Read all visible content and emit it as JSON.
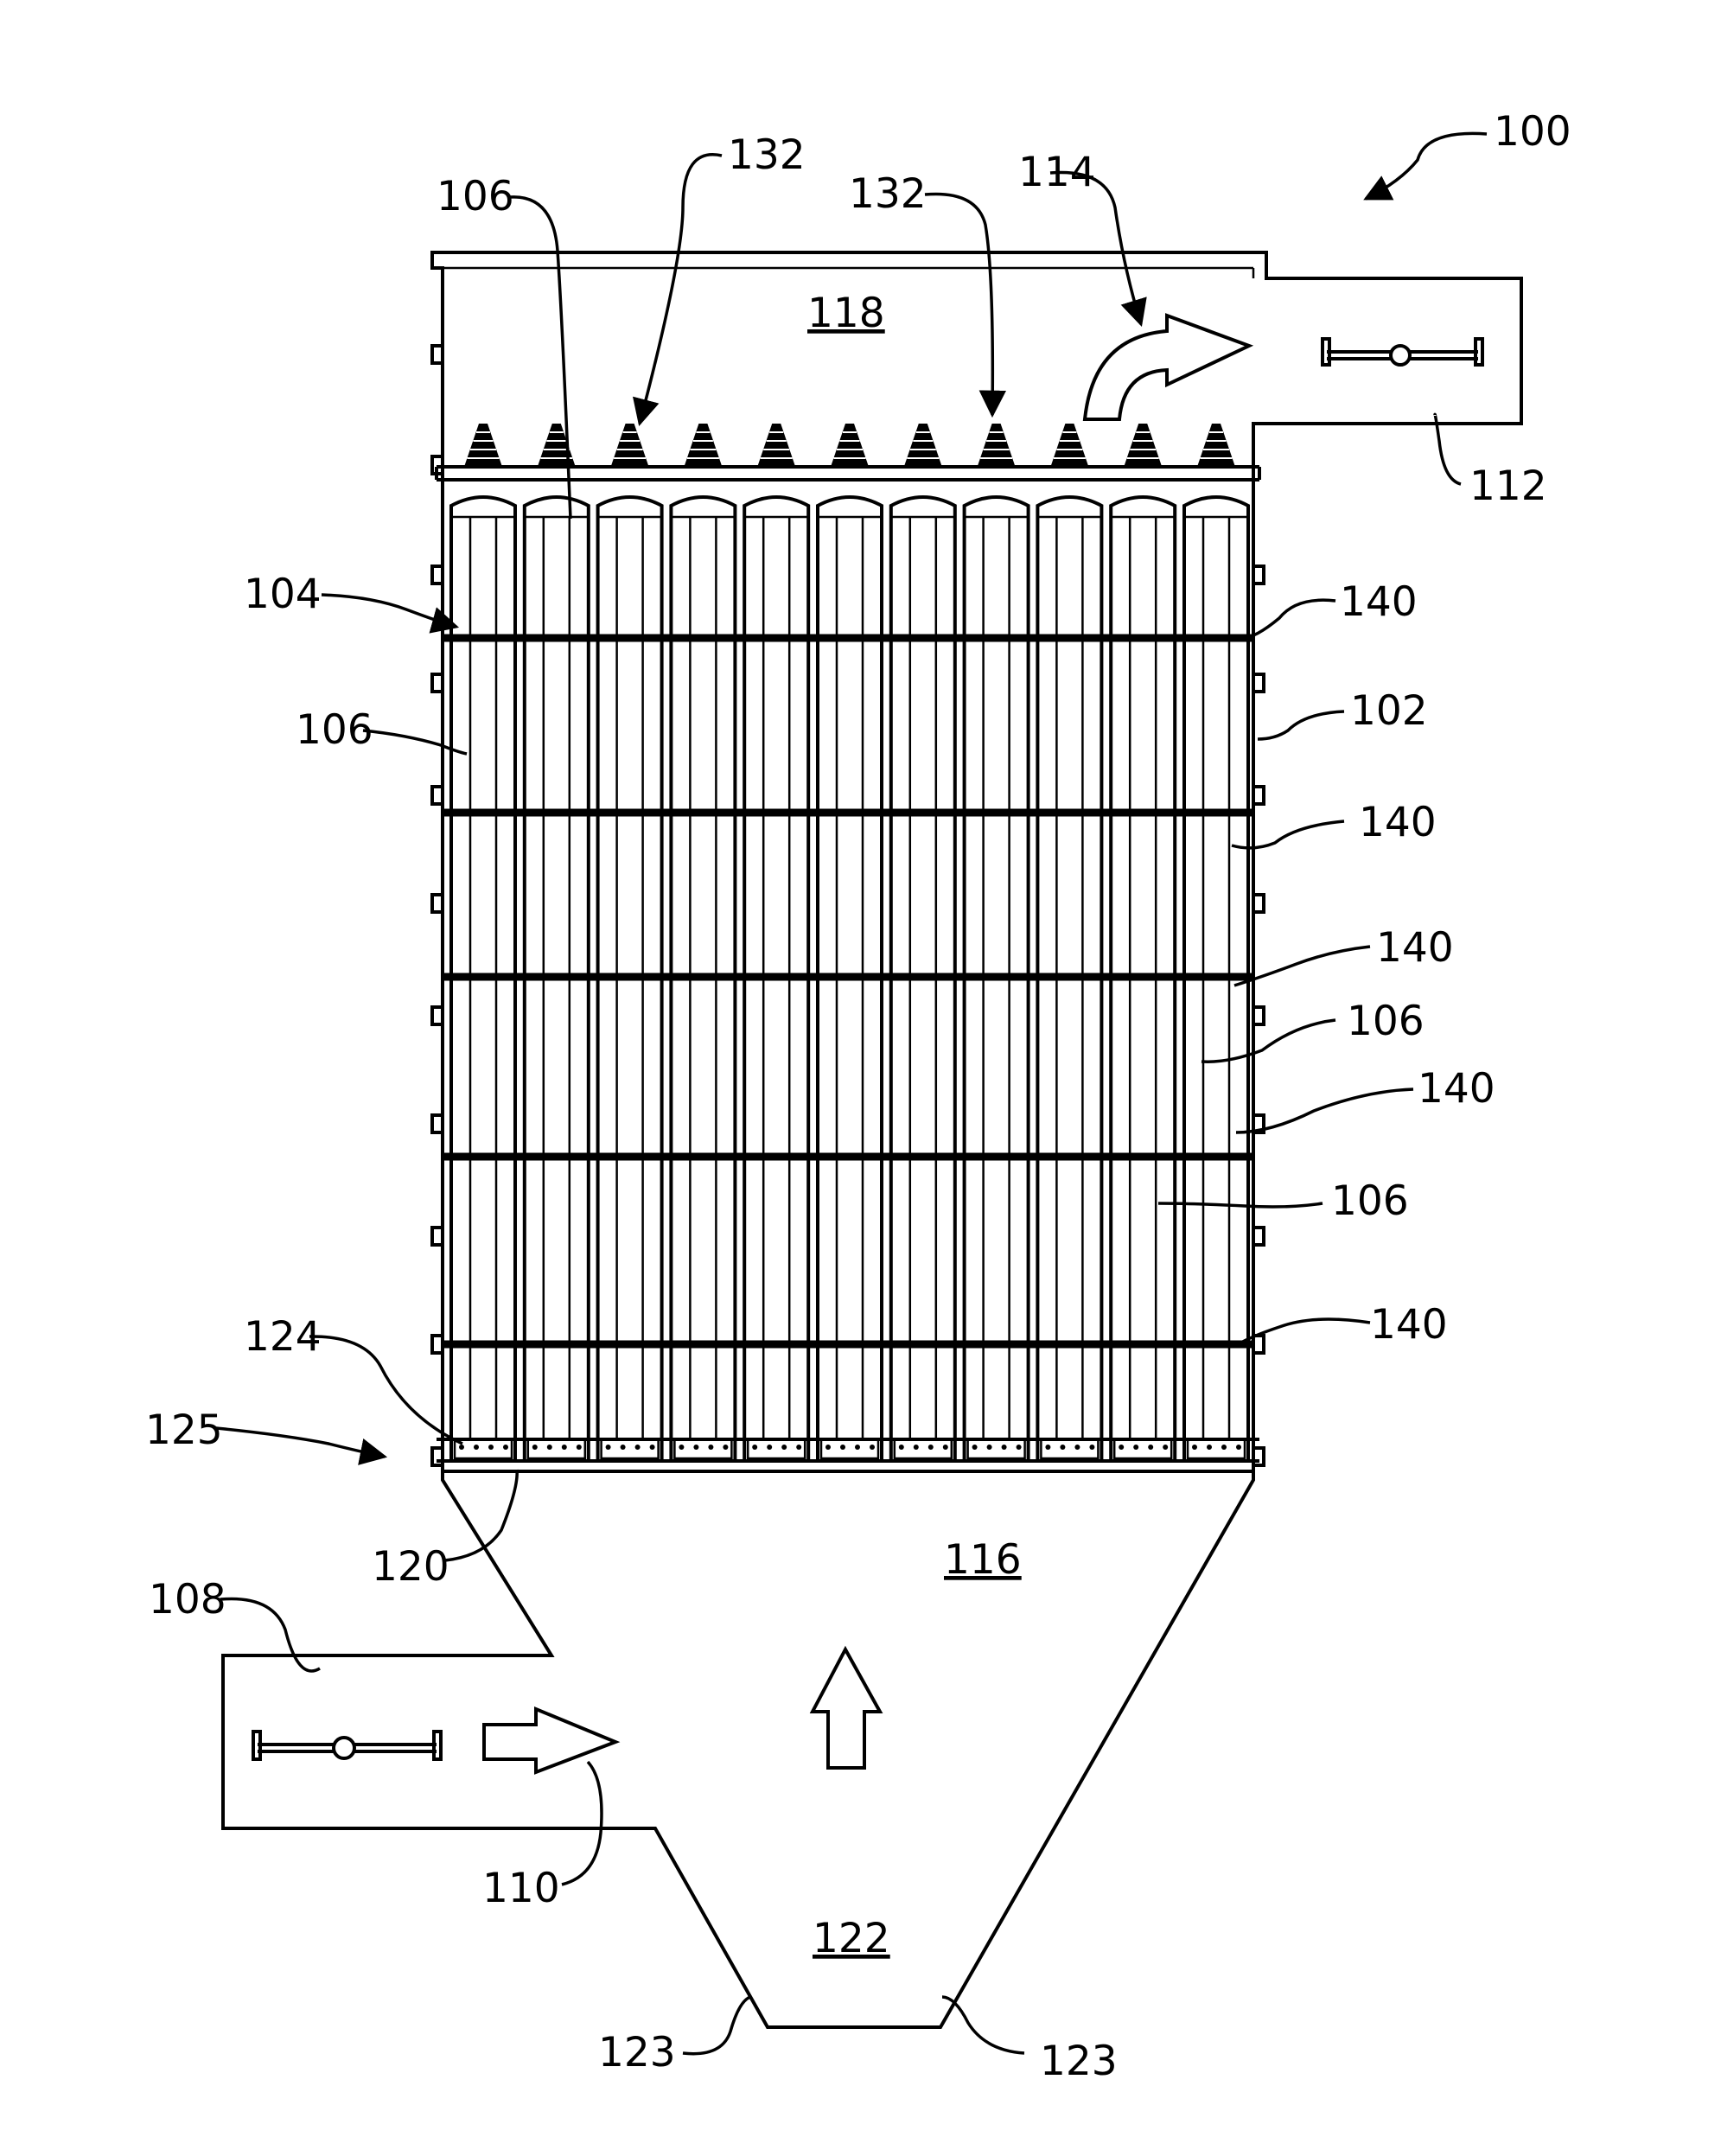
{
  "figure": {
    "labels": {
      "l100": "100",
      "l132a": "132",
      "l132b": "132",
      "l114": "114",
      "l106a": "106",
      "l118": "118",
      "l112": "112",
      "l104": "104",
      "l140a": "140",
      "l106b": "106",
      "l102": "102",
      "l140b": "140",
      "l140c": "140",
      "l106c": "106",
      "l140d": "140",
      "l106d": "106",
      "l140e": "140",
      "l124": "124",
      "l125": "125",
      "l120": "120",
      "l116": "116",
      "l108": "108",
      "l110": "110",
      "l122": "122",
      "l123a": "123",
      "l123b": "123"
    }
  }
}
